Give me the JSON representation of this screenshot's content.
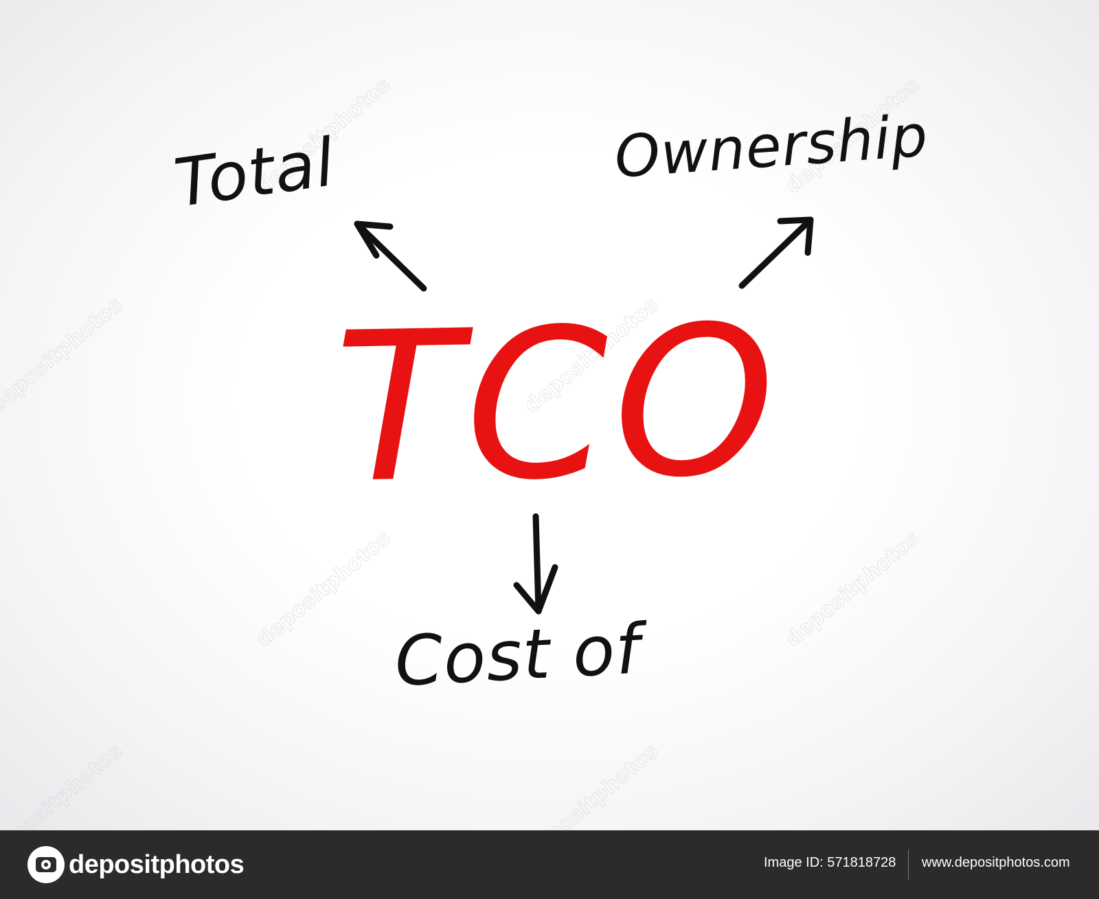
{
  "diagram": {
    "acronym": "TCO",
    "word_total": "Total",
    "word_ownership": "Ownership",
    "word_cost_of": "Cost of",
    "acronym_color": "#e81212",
    "ink_color": "#111111"
  },
  "watermark": {
    "text": "depositphotos"
  },
  "footer": {
    "brand": "depositphotos",
    "brand_icon": "camera-icon",
    "image_id": "Image ID: 571818728",
    "url": "www.depositphotos.com",
    "background": "#2b2b2b"
  }
}
